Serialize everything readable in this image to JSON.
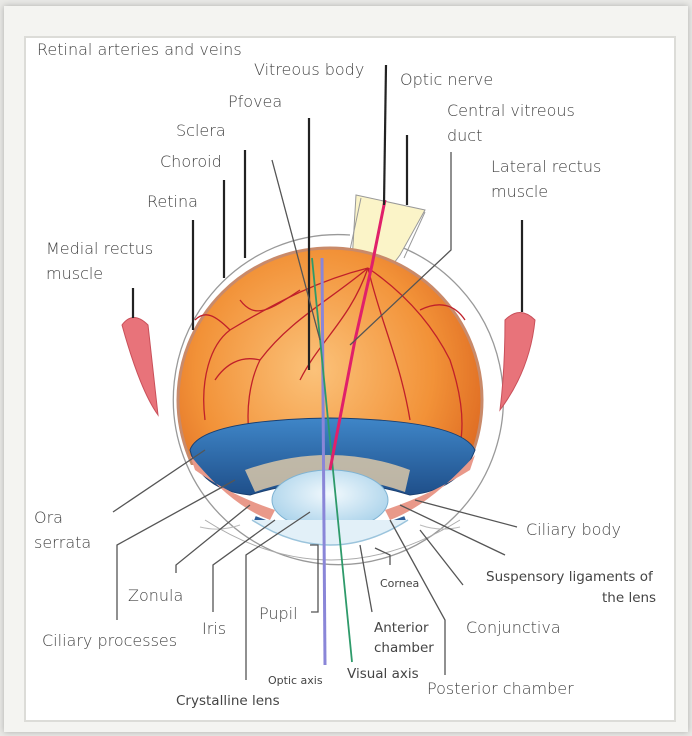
{
  "labels": {
    "retinal_arteries": "Retinal arteries and veins",
    "vitreous_body": "Vitreous body",
    "optic_nerve": "Optic nerve",
    "pfovea": "Pfovea",
    "central_vitreous_1": "Central  vitreous",
    "central_vitreous_2": "duct",
    "sclera": "Sclera",
    "choroid": "Choroid",
    "lateral_rectus_1": "Lateral rectus",
    "lateral_rectus_2": "muscle",
    "retina": "Retina",
    "medial_rectus_1": "Medial rectus",
    "medial_rectus_2": "muscle",
    "ora_serrata_1": "Ora",
    "ora_serrata_2": "serrata",
    "ciliary_body": "Ciliary body",
    "suspensory_1": "Suspensory ligaments of",
    "suspensory_2": "the lens",
    "cornea": "Cornea",
    "zonula": "Zonula",
    "iris": "Iris",
    "pupil": "Pupil",
    "anterior_1": "Anterior",
    "anterior_2": "chamber",
    "conjunctiva": "Conjunctiva",
    "ciliary_processes": "Ciliary processes",
    "optic_axis": "Optic axis",
    "visual_axis": "Visual axis",
    "posterior_chamber": "Posterior chamber",
    "crystalline_lens": "Crystalline lens"
  },
  "colors": {
    "globe": "#f08a2e",
    "ciliary_band": "#2f6fb0",
    "lens": "#cfe6f3",
    "muscle": "#e8737a",
    "vessels": "#c0202a",
    "optic_axis": "#8a86d8",
    "visual_axis": "#2e9a6a",
    "central_duct": "#e0206a"
  }
}
